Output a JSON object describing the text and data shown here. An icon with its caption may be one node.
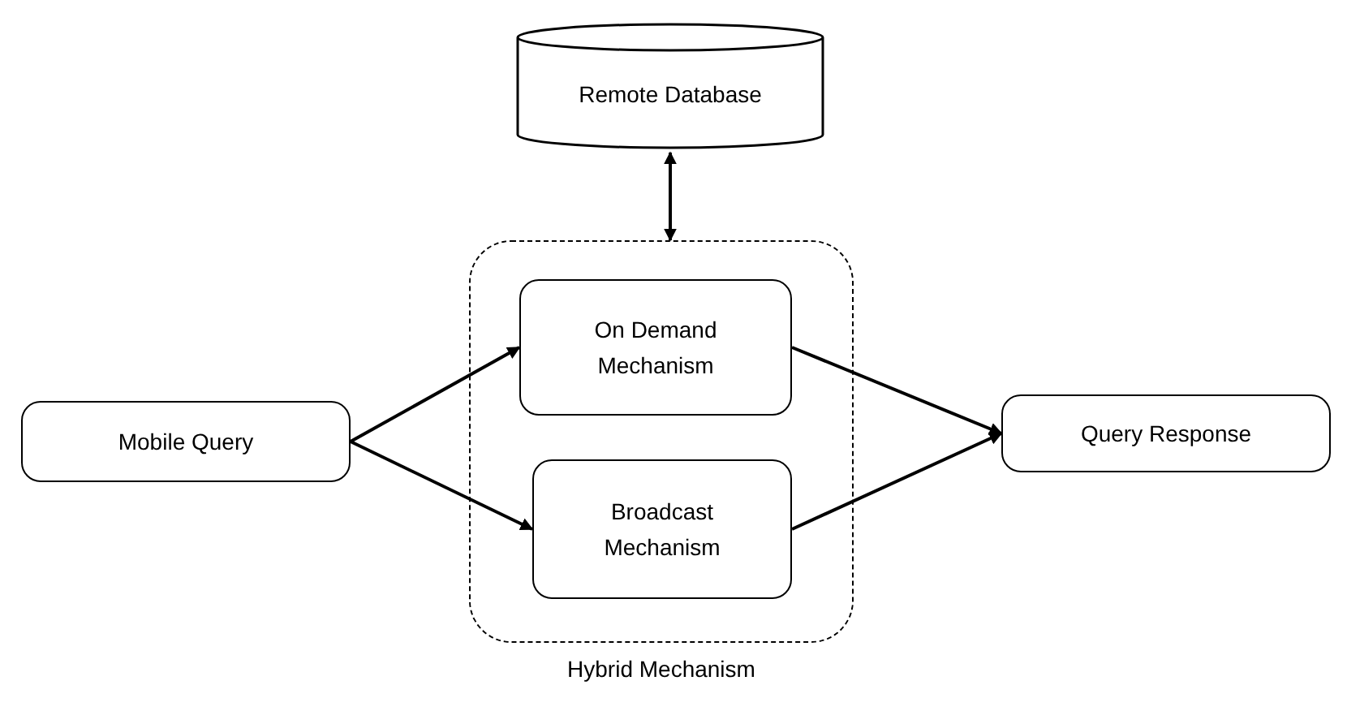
{
  "diagram": {
    "nodes": [
      {
        "text": [
          "Remote Database"
        ]
      },
      {
        "text": [
          "Hybrid Mechanism"
        ]
      },
      {
        "text": [
          "On Demand Mechanism"
        ],
        "in": 1
      },
      {
        "text": [
          "Broadcast Mechanism"
        ],
        "in": 1
      },
      {
        "text": [
          "Mobile Query"
        ]
      },
      {
        "text": [
          "Query Response"
        ]
      }
    ],
    "edges": [
      {
        "from": 0,
        "to": 1,
        "arrow": "both"
      },
      {
        "from": 4,
        "to": 2,
        "arrow": "to"
      },
      {
        "from": 4,
        "to": 3,
        "arrow": "to"
      },
      {
        "from": 2,
        "to": 5,
        "arrow": "to"
      },
      {
        "from": 3,
        "to": 5,
        "arrow": "to"
      }
    ]
  }
}
